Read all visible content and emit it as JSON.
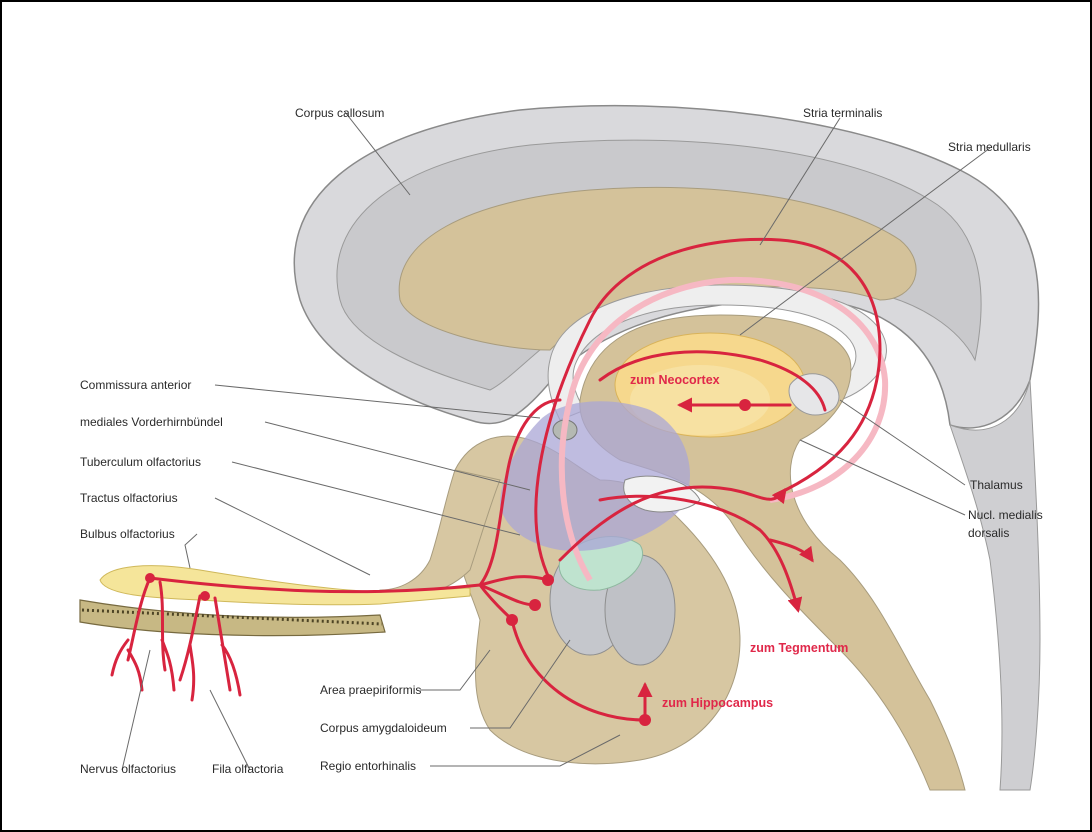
{
  "labels": {
    "corpus_callosum": "Corpus callosum",
    "stria_terminalis": "Stria terminalis",
    "stria_medullaris": "Stria medullaris",
    "commissura_anterior": "Commissura anterior",
    "mediales_vorderhirnbuendel": "mediales Vorderhirnbündel",
    "tuberculum_olfactorius": "Tuberculum olfactorius",
    "tractus_olfactorius": "Tractus olfactorius",
    "bulbus_olfactorius": "Bulbus olfactorius",
    "thalamus": "Thalamus",
    "nucl_medialis_1": "Nucl. medialis",
    "nucl_medialis_2": "dorsalis",
    "area_praepiriformis": "Area praepiriformis",
    "corpus_amygdaloideum": "Corpus amygdaloideum",
    "regio_entorhinalis": "Regio entorhinalis",
    "nervus_olfactorius": "Nervus olfactorius",
    "fila_olfactoria": "Fila olfactoria"
  },
  "targets": {
    "neocortex": "zum Neocortex",
    "tegmentum": "zum Tegmentum",
    "hippocampus": "zum Hippocampus"
  },
  "colors": {
    "pathway": "#d8243f",
    "tissue": "#d7c7a2",
    "white_matter": "#c9c9cc",
    "thalamus": "#f6d88d",
    "bundle": "#a9a6d6",
    "bulb": "#f5e59a",
    "amygdala_green": "#bfe3cf"
  }
}
